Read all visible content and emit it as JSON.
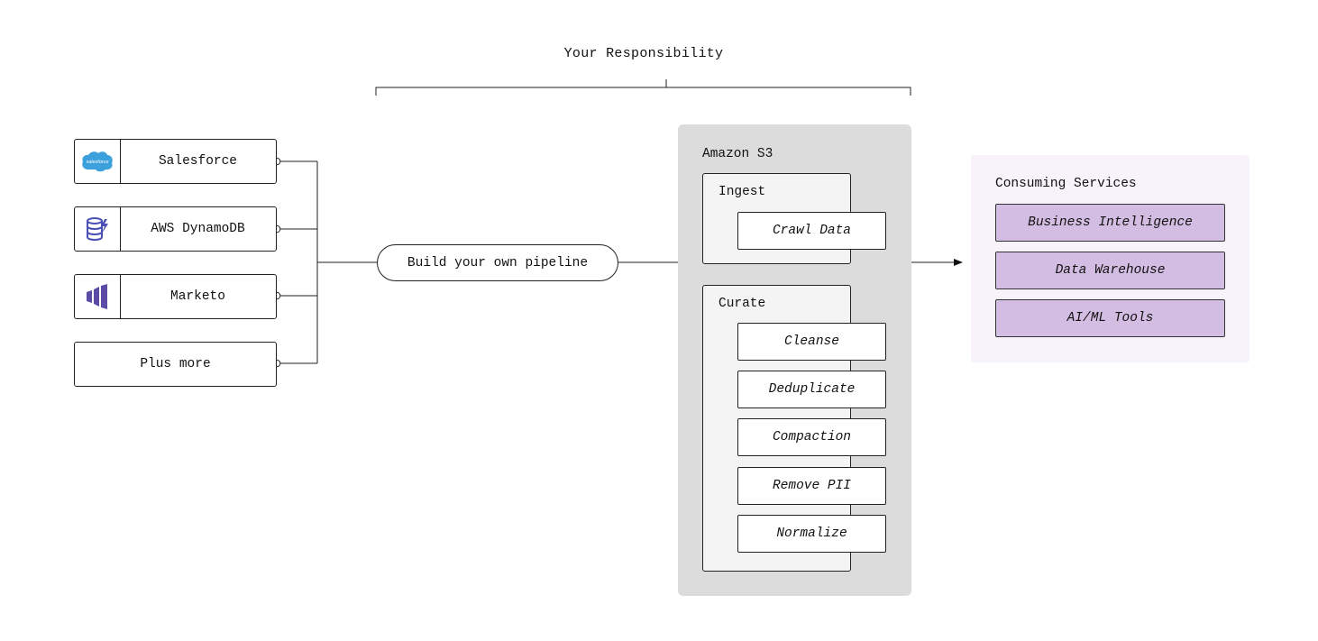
{
  "responsibility": {
    "title": "Your Responsibility"
  },
  "sources": [
    {
      "label": "Salesforce",
      "icon": "salesforce-cloud-icon",
      "icon_text": "salesforce",
      "icon_color": "#3ba0dc"
    },
    {
      "label": "AWS DynamoDB",
      "icon": "dynamodb-database-icon",
      "icon_color": "#4a4fb5"
    },
    {
      "label": "Marketo",
      "icon": "marketo-bars-icon",
      "icon_color": "#5b4ba6"
    },
    {
      "label": "Plus more"
    }
  ],
  "pipeline": {
    "label": "Build your own pipeline"
  },
  "s3": {
    "title": "Amazon S3",
    "ingest": {
      "title": "Ingest",
      "steps": [
        "Crawl Data"
      ]
    },
    "curate": {
      "title": "Curate",
      "steps": [
        "Cleanse",
        "Deduplicate",
        "Compaction",
        "Remove PII",
        "Normalize"
      ]
    }
  },
  "consumers": {
    "title": "Consuming Services",
    "services": [
      "Business Intelligence",
      "Data Warehouse",
      "AI/ML Tools"
    ]
  },
  "colors": {
    "s3_background": "#dcdcdc",
    "consumers_background": "#f8f3fb",
    "service_fill": "#d4bde2"
  }
}
